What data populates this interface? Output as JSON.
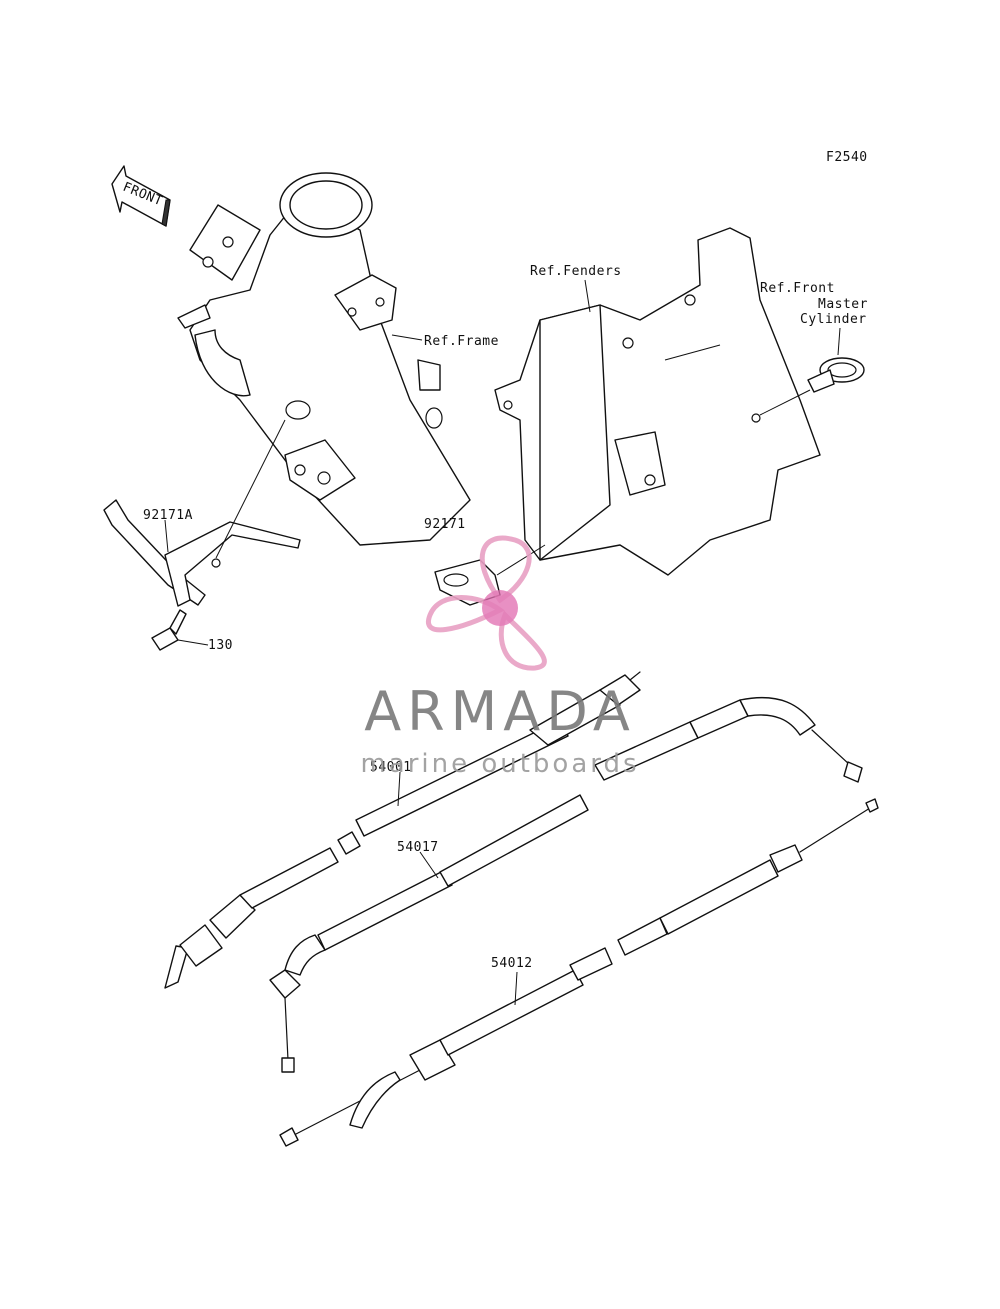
{
  "figure_code": "F2540",
  "front_label": "FRONT",
  "labels": {
    "ref_frame": "Ref.Frame",
    "ref_fenders": "Ref.Fenders",
    "ref_front_master_cylinder_line1": "Ref.Front",
    "ref_front_master_cylinder_line2": "Master",
    "ref_front_master_cylinder_line3": "Cylinder",
    "part_92171A": "92171A",
    "part_92171": "92171",
    "part_130": "130",
    "part_54001": "54001",
    "part_54017": "54017",
    "part_54012": "54012"
  },
  "watermark": {
    "brand": "ARMADA",
    "tagline": "marine outboards",
    "colors": {
      "text": "#7a7a7a",
      "logo": "#e8a0c4",
      "logo_center": "#e06fb0"
    }
  }
}
